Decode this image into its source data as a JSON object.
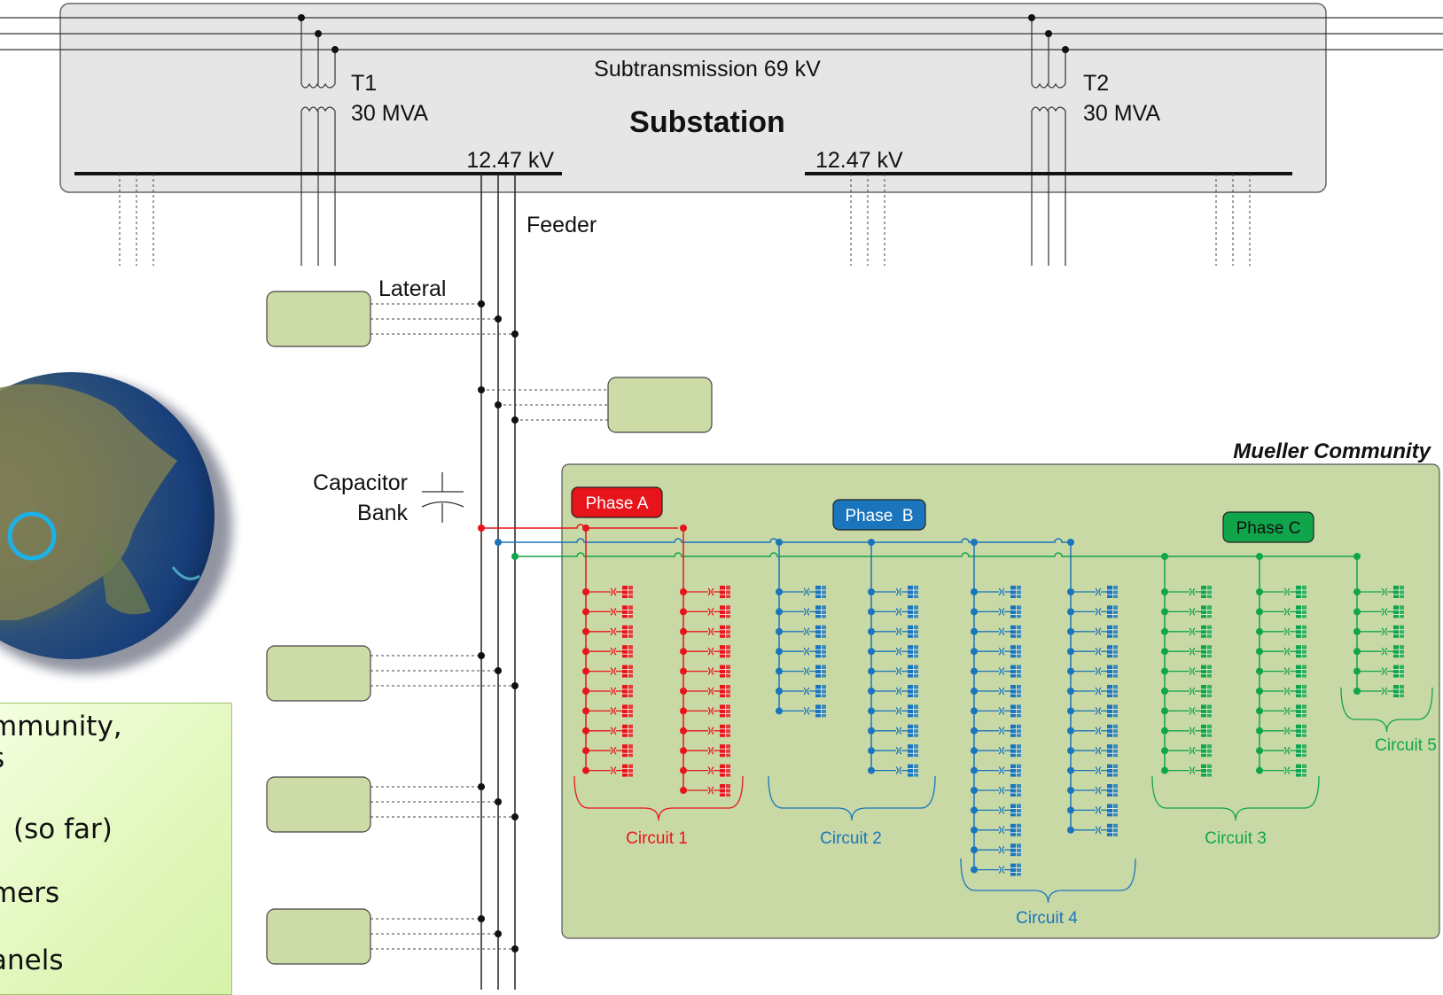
{
  "substation": {
    "title": "Substation",
    "subtransmission_label": "Subtransmission 69 kV",
    "transformers": [
      {
        "name": "T1",
        "rating": "30 MVA"
      },
      {
        "name": "T2",
        "rating": "30 MVA"
      }
    ],
    "bus_voltage_left": "12.47 kV",
    "bus_voltage_right": "12.47 kV"
  },
  "labels": {
    "feeder": "Feeder",
    "lateral": "Lateral",
    "capacitor_line1": "Capacitor",
    "capacitor_line2": "Bank"
  },
  "community": {
    "title": "Mueller Community",
    "phases": [
      {
        "label": "Phase A",
        "color": "#e8141b"
      },
      {
        "label": "Phase  B",
        "color": "#1a75bc"
      },
      {
        "label": "Phase C",
        "color": "#10a54a"
      }
    ],
    "circuits": [
      {
        "label": "Circuit 1",
        "phase": "A",
        "branch_counts": [
          10,
          11
        ]
      },
      {
        "label": "Circuit 2",
        "phase": "B",
        "branch_counts": [
          7,
          10
        ]
      },
      {
        "label": "Circuit 4",
        "phase": "B",
        "branch_counts": [
          15,
          13
        ]
      },
      {
        "label": "Circuit 3",
        "phase": "C",
        "branch_counts": [
          10,
          10
        ]
      },
      {
        "label": "Circuit 5",
        "phase": "C",
        "branch_counts": [
          6
        ]
      }
    ]
  },
  "info_panel": {
    "lines": [
      "mmunity,",
      "s",
      "(so far)",
      "mers",
      "anels"
    ]
  }
}
